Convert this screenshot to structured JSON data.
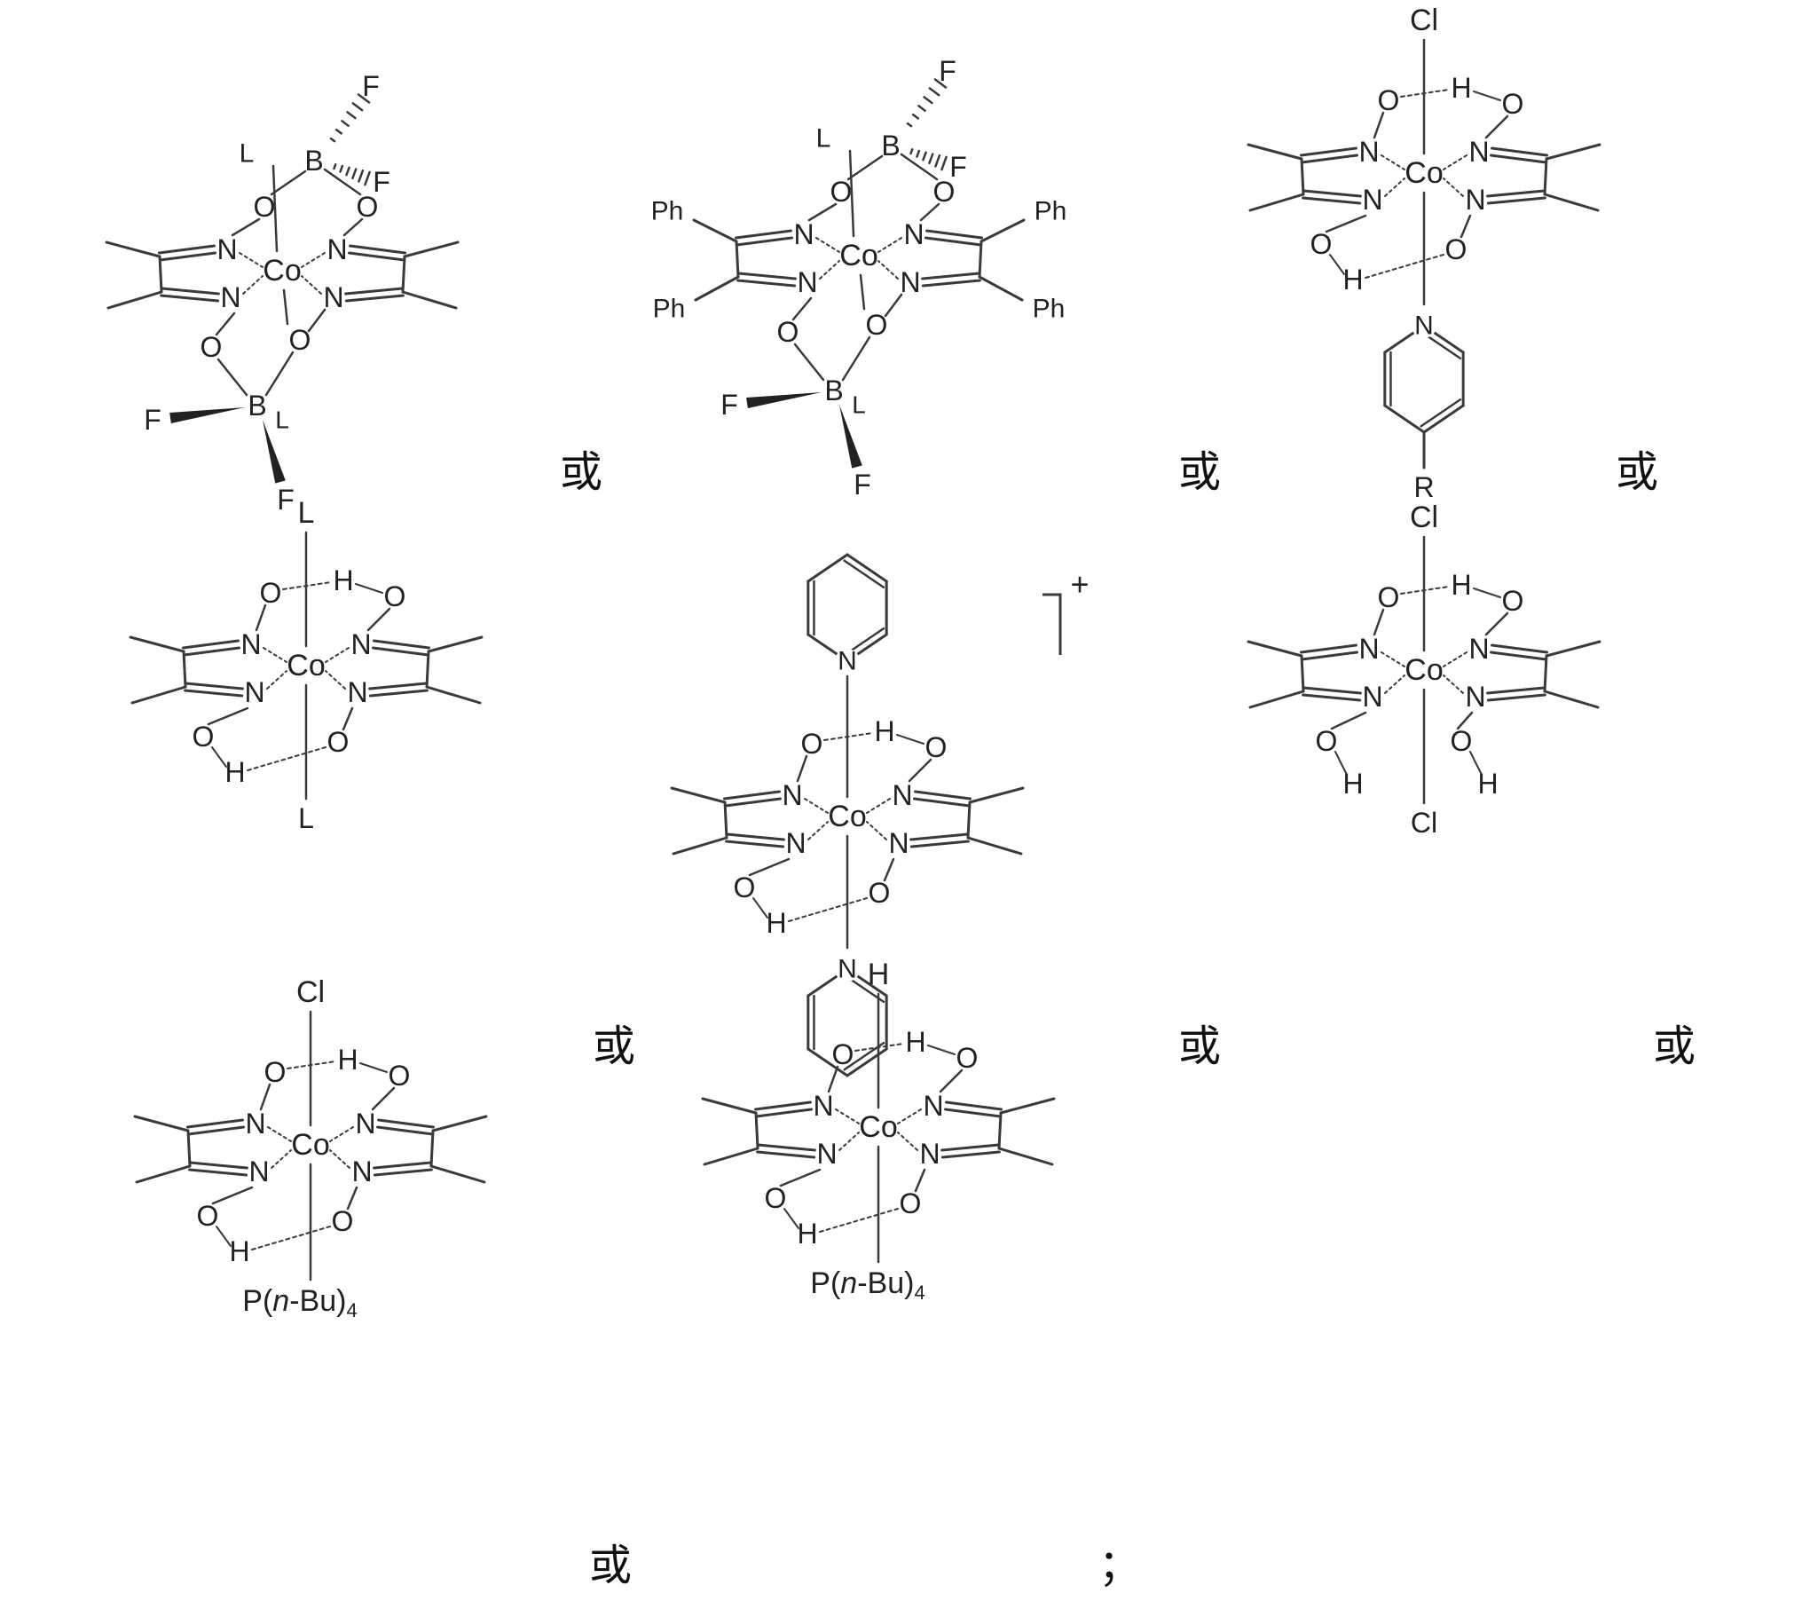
{
  "structures": [
    {
      "id": "s1",
      "type": "bf2",
      "atoms": {
        "N": "N",
        "Co": "Co",
        "O": "O",
        "B": "B",
        "F": "F",
        "L": "L"
      },
      "substituents": {
        "left_top": "",
        "left_bottom": "",
        "right_top": "",
        "right_bottom": ""
      }
    },
    {
      "id": "s2",
      "type": "bf2",
      "atoms": {
        "N": "N",
        "Co": "Co",
        "O": "O",
        "B": "B",
        "F": "F",
        "L": "L"
      },
      "substituents": {
        "left_top": "Ph",
        "left_bottom": "Ph",
        "right_top": "Ph",
        "right_bottom": "Ph"
      }
    },
    {
      "id": "s3",
      "type": "oh",
      "atoms": {
        "N": "N",
        "Co": "Co",
        "O": "O",
        "H": "H"
      },
      "top_ligand": "Cl",
      "bottom_ligand": {
        "kind": "pyridine",
        "N": "N",
        "substituent": "R"
      }
    },
    {
      "id": "s4",
      "type": "oh",
      "atoms": {
        "N": "N",
        "Co": "Co",
        "O": "O",
        "H": "H"
      },
      "top_ligand": "L",
      "bottom_ligand": {
        "kind": "text",
        "label": "L"
      }
    },
    {
      "id": "s5",
      "type": "oh",
      "atoms": {
        "N": "N",
        "Co": "Co",
        "O": "O",
        "H": "H"
      },
      "top_ligand_kind": "pyridine",
      "bottom_ligand": {
        "kind": "pyridine",
        "N": "N"
      },
      "charge": "+"
    },
    {
      "id": "s6",
      "type": "dioh",
      "atoms": {
        "N": "N",
        "Co": "Co",
        "O": "O",
        "H": "H"
      },
      "top_ligand": "Cl",
      "bottom_ligand": {
        "kind": "text",
        "label": "Cl"
      }
    },
    {
      "id": "s7",
      "type": "oh",
      "atoms": {
        "N": "N",
        "Co": "Co",
        "O": "O",
        "H": "H"
      },
      "top_ligand": "Cl",
      "bottom_ligand": {
        "kind": "phos",
        "label": "P(",
        "italic": "n",
        "rest": "-Bu)",
        "sub": "4"
      }
    },
    {
      "id": "s8",
      "type": "oh",
      "atoms": {
        "N": "N",
        "Co": "Co",
        "O": "O",
        "H": "H"
      },
      "top_ligand": "H",
      "bottom_ligand": {
        "kind": "phos",
        "label": "P(",
        "italic": "n",
        "rest": "-Bu)",
        "sub": "4"
      }
    }
  ],
  "connectors": [
    "或",
    "或",
    "或",
    "或",
    "或",
    "或",
    "或",
    "；"
  ]
}
